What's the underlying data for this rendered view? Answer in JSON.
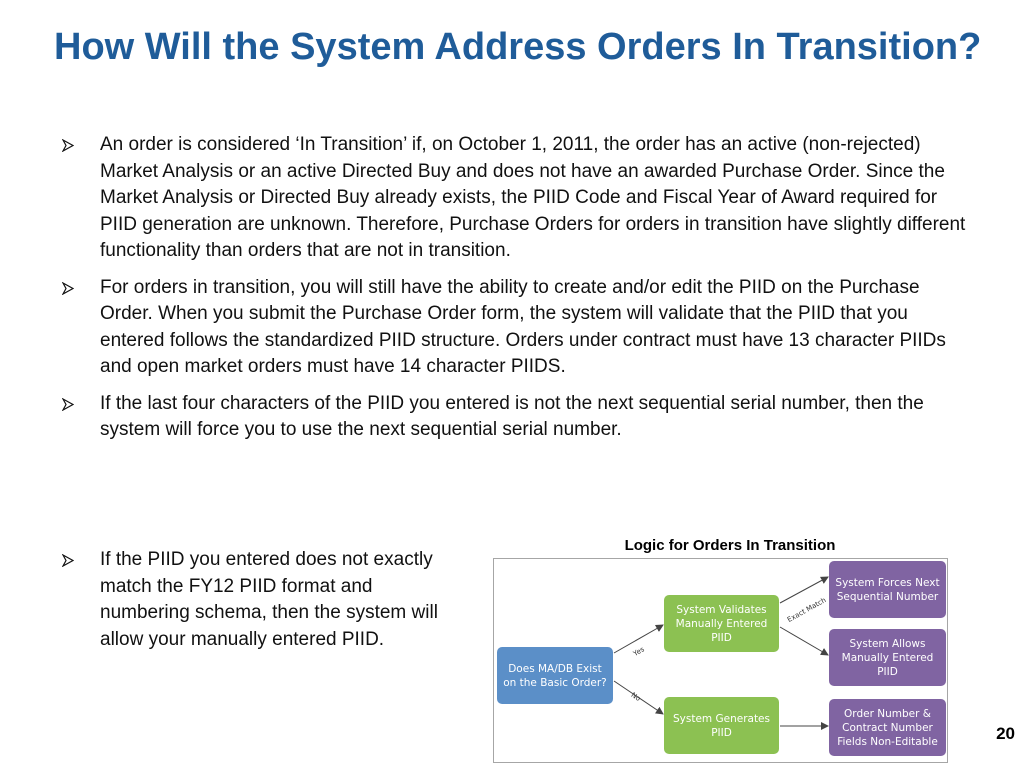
{
  "slide": {
    "title": "How Will the System Address Orders In Transition?",
    "page_number": "20"
  },
  "bullets": [
    "An order is considered ‘In Transition’ if, on October 1, 2011, the order has an active (non-rejected) Market Analysis or an active Directed Buy and does not have an awarded Purchase Order.  Since the Market Analysis or Directed Buy already exists, the PIID Code and Fiscal Year of Award required for PIID generation are unknown. Therefore, Purchase Orders for orders in transition have slightly different functionality than orders that are not in transition.",
    "For orders in transition, you will still have the ability to create and/or edit the PIID on the Purchase Order.  When you submit the Purchase Order form, the system will validate that the PIID that you entered follows the standardized PIID structure.  Orders under contract must have 13 character PIIDs and open market orders must have 14 character PIIDS.",
    "If the last four characters of the PIID you entered is not the next sequential serial number, then the system will force you to use the next sequential serial number.",
    "If the PIID you entered does not exactly match the FY12 PIID format and numbering schema, then the system will allow your manually entered PIID."
  ],
  "figure": {
    "caption": "Logic for Orders In Transition",
    "nodes": {
      "decision": "Does MA/DB Exist on the Basic Order?",
      "validates": "System Validates Manually Entered PIID",
      "generates": "System Generates PIID",
      "forces_next": "System Forces Next Sequential Number",
      "allows_manual": "System Allows Manually Entered PIID",
      "non_editable": "Order Number & Contract Number Fields Non-Editable"
    },
    "edge_labels": {
      "yes": "Yes",
      "no": "No",
      "exact_match": "Exact Match"
    }
  },
  "colors": {
    "title": "#1f5c99",
    "node_blue": "#5b8fc8",
    "node_green": "#8cc152",
    "node_purple": "#8064a2"
  }
}
